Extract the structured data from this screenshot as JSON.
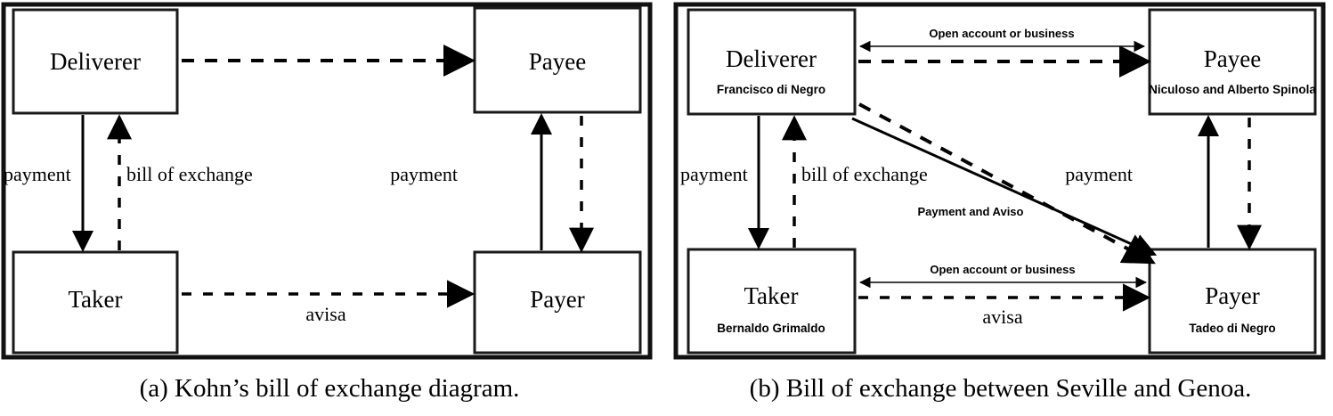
{
  "figure": {
    "panels": [
      {
        "id": "a",
        "caption": "(a) Kohn’s bill of exchange diagram.",
        "nodes": {
          "deliverer": {
            "title": "Deliverer",
            "subtitle": ""
          },
          "payee": {
            "title": "Payee",
            "subtitle": ""
          },
          "taker": {
            "title": "Taker",
            "subtitle": ""
          },
          "payer": {
            "title": "Payer",
            "subtitle": ""
          }
        },
        "edges": {
          "deliverer_to_payee": {
            "label": "",
            "style": "dashed",
            "direction": "right"
          },
          "deliverer_to_taker": {
            "label": "payment",
            "style": "solid",
            "direction": "down"
          },
          "taker_to_deliverer": {
            "label": "bill of exchange",
            "style": "dashed",
            "direction": "up"
          },
          "payer_to_payee": {
            "label": "payment",
            "style": "solid",
            "direction": "up"
          },
          "payee_to_payer": {
            "label": "",
            "style": "dashed",
            "direction": "down"
          },
          "taker_to_payer": {
            "label": "avisa",
            "style": "dashed",
            "direction": "right"
          }
        }
      },
      {
        "id": "b",
        "caption": "(b) Bill of exchange between Seville and Genoa.",
        "nodes": {
          "deliverer": {
            "title": "Deliverer",
            "subtitle": "Francisco di Negro"
          },
          "payee": {
            "title": "Payee",
            "subtitle": "Niculoso and Alberto Spinola"
          },
          "taker": {
            "title": "Taker",
            "subtitle": "Bernaldo Grimaldo"
          },
          "payer": {
            "title": "Payer",
            "subtitle": "Tadeo di Negro"
          }
        },
        "edges": {
          "deliverer_payee_account": {
            "label": "Open account or business",
            "style": "thin-double",
            "direction": "both"
          },
          "deliverer_to_payee": {
            "label": "",
            "style": "dashed",
            "direction": "right"
          },
          "deliverer_to_taker": {
            "label": "payment",
            "style": "solid",
            "direction": "down"
          },
          "taker_to_deliverer": {
            "label": "bill of exchange",
            "style": "dashed",
            "direction": "up"
          },
          "payer_to_payee": {
            "label": "payment",
            "style": "solid",
            "direction": "up"
          },
          "payee_to_payer": {
            "label": "",
            "style": "dashed",
            "direction": "down"
          },
          "taker_payer_account": {
            "label": "Open account or business",
            "style": "thin-double",
            "direction": "both"
          },
          "taker_to_payer": {
            "label": "avisa",
            "style": "dashed",
            "direction": "right"
          },
          "deliverer_to_payer": {
            "label": "Payment and Aviso",
            "style": "solid-and-dashed",
            "direction": "down-right"
          }
        }
      }
    ]
  },
  "colors": {
    "stroke": "#000000",
    "background": "#ffffff",
    "frame": "#111111"
  }
}
